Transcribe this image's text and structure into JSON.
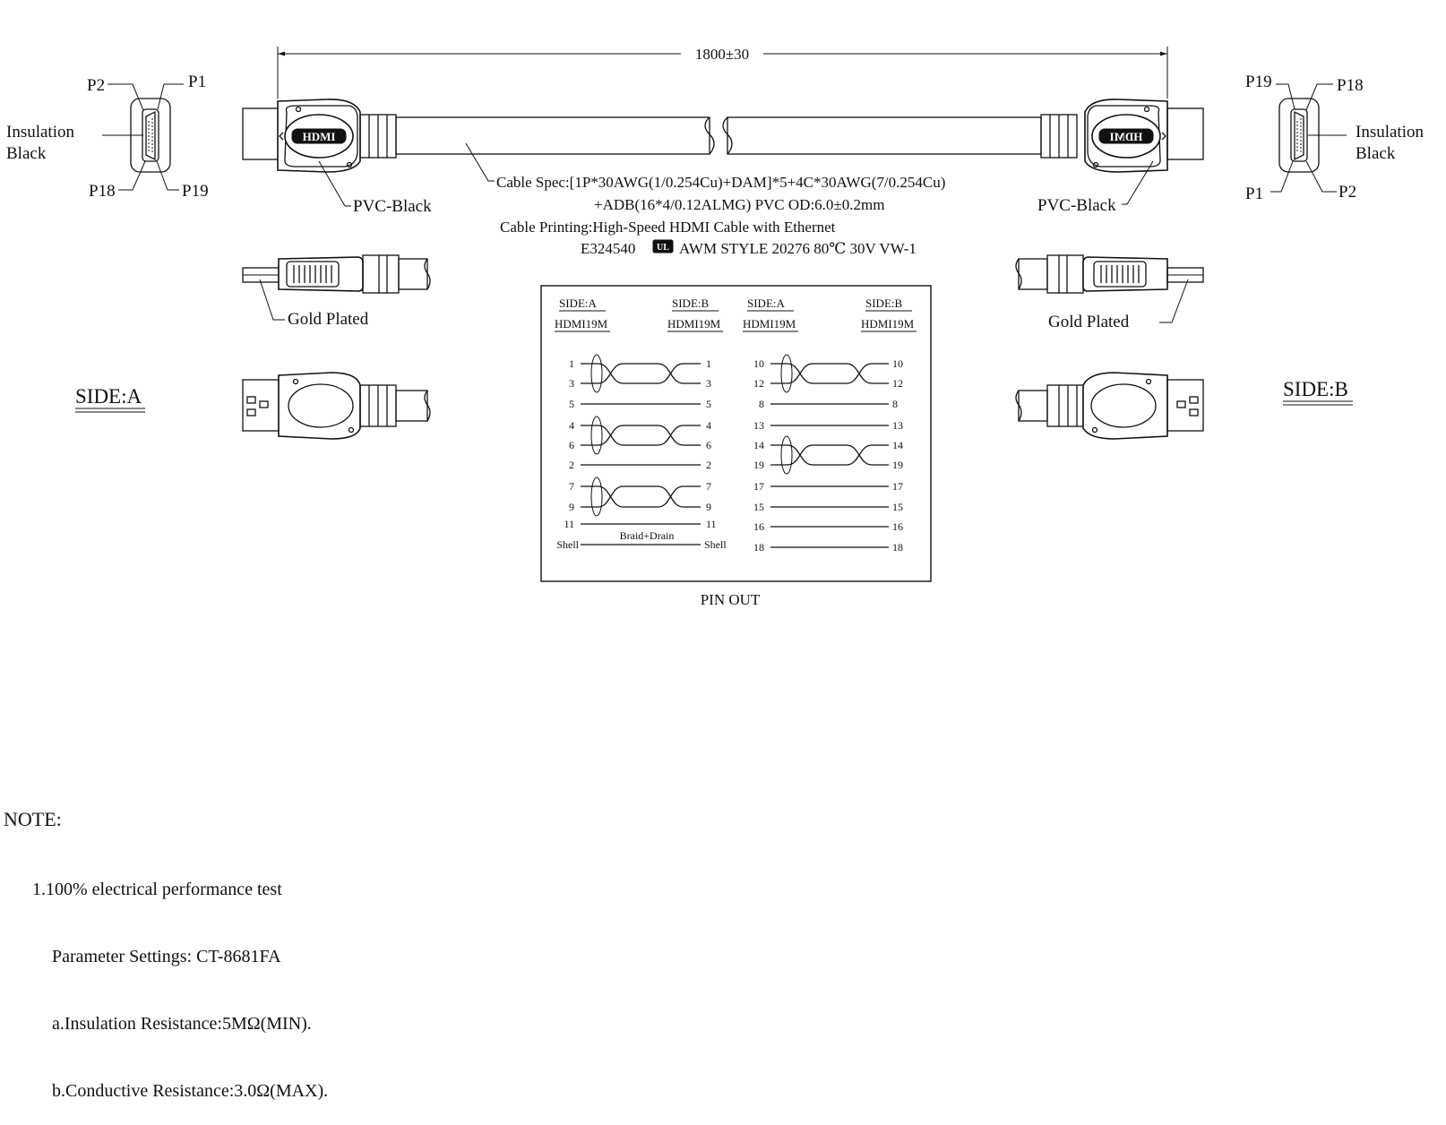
{
  "dimension": {
    "length": "1800±30"
  },
  "side_a": {
    "title": "SIDE:A",
    "pins": {
      "p1": "P1",
      "p2": "P2",
      "p18": "P18",
      "p19": "P19"
    },
    "insulation": [
      "Insulation",
      "Black"
    ],
    "pvc": "PVC-Black",
    "gold": "Gold Plated",
    "logo": "HDMI"
  },
  "side_b": {
    "title": "SIDE:B",
    "pins": {
      "p1": "P1",
      "p2": "P2",
      "p18": "P18",
      "p19": "P19"
    },
    "insulation": [
      "Insulation",
      "Black"
    ],
    "pvc": "PVC-Black",
    "gold": "Gold Plated",
    "logo": "HDMI"
  },
  "cable_spec": {
    "line1": "Cable Spec:[1P*30AWG(1/0.254Cu)+DAM]*5+4C*30AWG(7/0.254Cu)",
    "line2": "+ADB(16*4/0.12ALMG) PVC  OD:6.0±0.2mm",
    "line3": "Cable Printing:High-Speed HDMI Cable with Ethernet",
    "line4_left": "E324540",
    "line4_right": "AWM STYLE 20276 80℃ 30V VW-1",
    "ul_mark": "UL"
  },
  "pinout": {
    "caption": "PIN OUT",
    "headers": [
      "SIDE:A",
      "SIDE:B",
      "SIDE:A",
      "SIDE:B"
    ],
    "subheaders": [
      "HDMI19M",
      "HDMI19M",
      "HDMI19M",
      "HDMI19M"
    ],
    "left_pins": [
      "1",
      "3",
      "5",
      "4",
      "6",
      "2",
      "7",
      "9",
      "11",
      "Shell"
    ],
    "right_pins": [
      "10",
      "12",
      "8",
      "13",
      "14",
      "19",
      "17",
      "15",
      "16",
      "18"
    ],
    "braid_label": "Braid+Drain"
  },
  "note": {
    "title": "NOTE:",
    "lines": [
      "1.100% electrical performance test",
      "Parameter Settings: CT-8681FA",
      "a.Insulation Resistance:5MΩ(MIN).",
      "b.Conductive Resistance:3.0Ω(MAX)."
    ]
  }
}
